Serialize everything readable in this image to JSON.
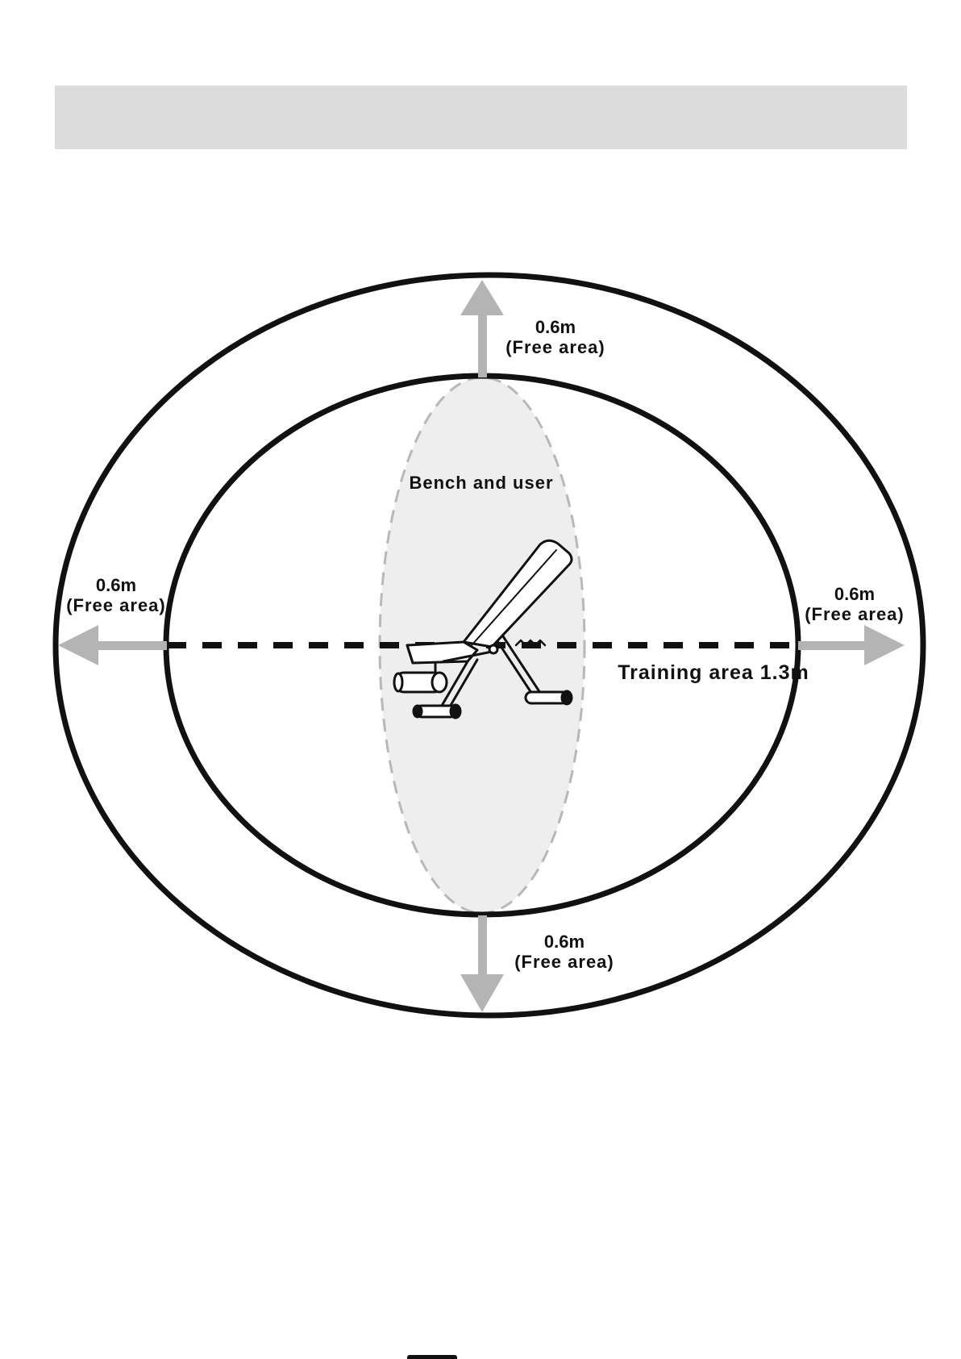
{
  "diagram": {
    "outer_area": {
      "top_label": {
        "distance": "0.6m",
        "caption": "(Free area)"
      },
      "left_label": {
        "distance": "0.6m",
        "caption": "(Free area)"
      },
      "right_label": {
        "distance": "0.6m",
        "caption": "(Free area)"
      },
      "bottom_label": {
        "distance": "0.6m",
        "caption": "(Free area)"
      }
    },
    "bench_zone_label": "Bench and user",
    "training_area_label": "Training area 1.3m",
    "colors": {
      "ring": "#111111",
      "arrow": "#b4b4b4",
      "bench_zone_fill": "#eeeeee",
      "header_bar": "#dcdcdc"
    }
  }
}
